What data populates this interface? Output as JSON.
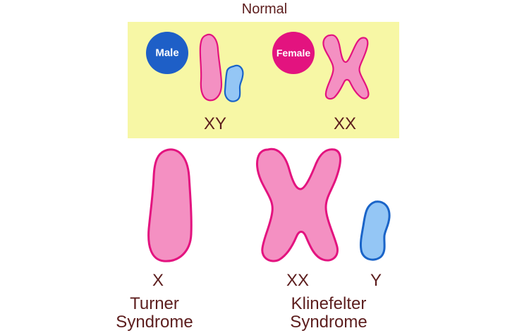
{
  "title": "Normal",
  "normal": {
    "male": {
      "badge": "Male",
      "label": "XY"
    },
    "female": {
      "badge": "Female",
      "label": "XX"
    }
  },
  "turner": {
    "chrom_label": "X",
    "name_line1": "Turner",
    "name_line2": "Syndrome"
  },
  "klinefelter": {
    "xx_label": "XX",
    "y_label": "Y",
    "name_line1": "Klinefelter",
    "name_line2": "Syndrome"
  },
  "colors": {
    "panel_bg": "#f7f7a5",
    "x_fill": "#f490c2",
    "x_stroke": "#e3137f",
    "y_fill": "#94c6f5",
    "y_stroke": "#1a64c8",
    "male_circle": "#1e5fc7",
    "female_circle": "#e3137f",
    "text": "#5c1d1d"
  }
}
